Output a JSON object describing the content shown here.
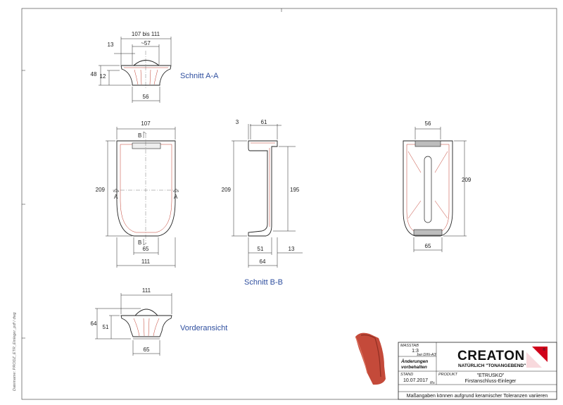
{
  "section_aa": {
    "title": "Schnitt A-A",
    "dims": {
      "overall_width": "107 bis 111",
      "ridge_width": "~57",
      "overhang": "13",
      "height_total": "48",
      "height_lower": "12",
      "base_width": "56"
    }
  },
  "top_view": {
    "dims": {
      "width_top": "107",
      "height": "209",
      "width_bottom_inner": "65",
      "width_bottom": "111"
    },
    "markers": {
      "b_top": "B",
      "b_bottom": "B",
      "a_left": "A",
      "a_right": "A"
    }
  },
  "section_bb": {
    "title": "Schnitt B-B",
    "dims": {
      "lip": "3",
      "top_width": "61",
      "height_outer": "209",
      "height_inner": "195",
      "foot_width": "51",
      "foot_offset": "13",
      "overall": "64"
    }
  },
  "under_view": {
    "dims": {
      "width_top": "56",
      "height": "209",
      "width_bottom": "65"
    }
  },
  "front_view": {
    "title": "Vorderansicht",
    "dims": {
      "width_top": "111",
      "height_total": "64",
      "height_body": "51",
      "width_bottom": "65"
    }
  },
  "title_block": {
    "massstab_label": "MASSTAB",
    "massstab_value": "1:3",
    "massstab_note": "bei DIN-A3",
    "changes_line1": "Änderungen",
    "changes_line2": "vorbehalten",
    "stand_label": "STAND",
    "stand_value": "10.07.2017",
    "stand_note": "Rs",
    "produkt_label": "PRODUKT",
    "produkt_name": "\"ETRUSKO\"",
    "produkt_desc": "Firstanschluss-Einleger",
    "footer": "Maßangaben können aufgrund keramischer Toleranzen variieren",
    "brand": "CREATON",
    "slogan": "NATÜRLICH \"TONANGEBEND\"",
    "registered": "®"
  },
  "side_note": "Dateiname: PRODZ_ETR_Einleger_pdf / dwg",
  "colors": {
    "drawing_line": "#222222",
    "hatch_red": "#c0392b",
    "title_blue": "#2f4f9f",
    "tile_red": "#c44a3a",
    "logo_red": "#d0021b"
  }
}
